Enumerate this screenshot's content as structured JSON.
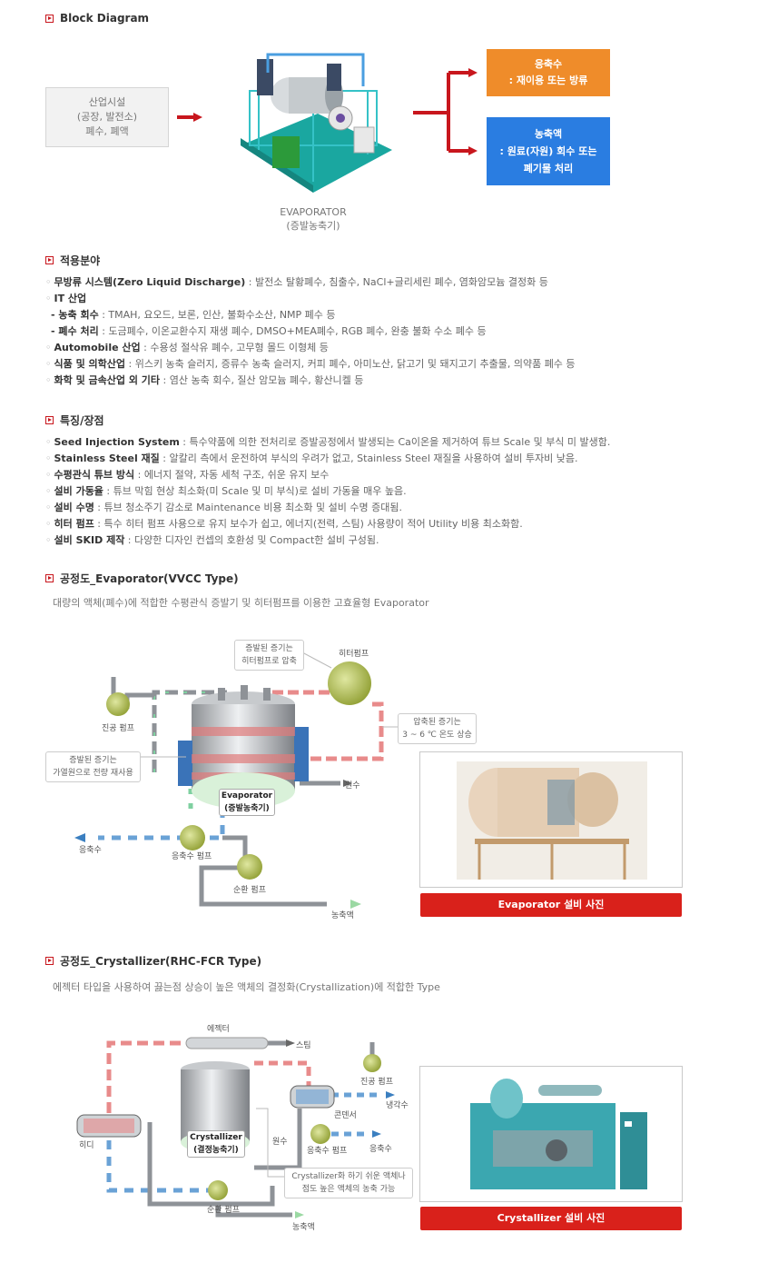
{
  "block": {
    "title": "Block Diagram",
    "source_lines": [
      "산업시설",
      "(공장, 발전소)",
      "폐수, 폐액"
    ],
    "evaporator_label": "EVAPORATOR",
    "evaporator_sub": "(증발농축기)",
    "out1_line1": "응축수",
    "out1_line2": ": 재이용 또는 방류",
    "out2_line1": "농축액",
    "out2_line2": ": 원료(자원) 회수 또는",
    "out2_line3": "폐기물 처리",
    "colors": {
      "out1": "#ef8c2a",
      "out2": "#2a7de1",
      "arrow": "#c8161d"
    }
  },
  "application": {
    "title": "적용분야",
    "items": [
      {
        "term": "무방류 시스템(Zero Liquid Discharge)",
        "desc": " : 발전소 탈황폐수, 침출수, NaCl+글리세린 폐수, 염화암모늄 결정화 등",
        "sub": false
      },
      {
        "term": "IT 산업",
        "desc": "",
        "sub": false
      },
      {
        "term": "- 농축 회수",
        "desc": " : TMAH, 요오드, 보론, 인산, 불화수소산, NMP 폐수 등",
        "sub": true
      },
      {
        "term": "- 폐수 처리",
        "desc": " : 도금폐수, 이온교환수지 재생 폐수, DMSO+MEA폐수, RGB 폐수, 완충 불화 수소 폐수 등",
        "sub": true
      },
      {
        "term": "Automobile 산업",
        "desc": " : 수용성 절삭유 폐수, 고무형 몰드 이형체 등",
        "sub": false
      },
      {
        "term": "식품 및 의학산업",
        "desc": " : 위스키 농축 슬러지, 증류수 농축 슬러지, 커피 폐수, 아미노산, 닭고기 및 돼지고기 추출물, 의약품 폐수 등",
        "sub": false
      },
      {
        "term": "화학 및 금속산업 외 기타",
        "desc": " : 염산 농축 회수, 질산 암모늄 폐수, 황산니켈 등",
        "sub": false
      }
    ]
  },
  "features": {
    "title": "특징/장점",
    "items": [
      {
        "term": "Seed Injection System",
        "desc": " : 특수약품에 의한 전처리로 증발공정에서 발생되는 Ca이온을 제거하여 튜브 Scale 및 부식 미 발생함."
      },
      {
        "term": "Stainless Steel 재질",
        "desc": " : 알칼리 측에서 운전하여 부식의 우려가 없고, Stainless Steel 재질을 사용하여 설비 투자비 낮음."
      },
      {
        "term": "수평관식 튜브 방식",
        "desc": " : 에너지 절약, 자동 세척 구조, 쉬운 유지 보수"
      },
      {
        "term": "설비 가동율",
        "desc": " : 튜브 막힘 현상 최소화(미 Scale 및 미 부식)로 설비 가동율 매우 높음."
      },
      {
        "term": "설비 수명",
        "desc": " : 튜브 청소주기 감소로 Maintenance 비용 최소화 및 설비 수명 증대됨."
      },
      {
        "term": "히터 펌프",
        "desc": " : 특수 히터 펌프 사용으로 유지 보수가 쉽고, 에너지(전력, 스팀) 사용량이 적어 Utility 비용 최소화함."
      },
      {
        "term": "설비 SKID 제작",
        "desc": " : 다양한 디자인 컨셉의 호환성 및 Compact한 설비 구성됨."
      }
    ]
  },
  "evap": {
    "title": "공정도_Evaporator(VVCC Type)",
    "desc": "대량의 액체(폐수)에 적합한 수평관식 증발기 및 히터펌프를 이용한 고효율형 Evaporator",
    "callout_top_1": "증발된 증기는",
    "callout_top_2": "히터펌프로 압축",
    "heat_pump": "히터펌프",
    "callout_right_1": "압축된 증기는",
    "callout_right_2": "3 ~ 6 ℃ 온도 상승",
    "vacuum_pump": "진공 펌프",
    "callout_left_1": "증발된 증기는",
    "callout_left_2": "가열원으로 전량 재사용",
    "vessel_1": "Evaporator",
    "vessel_2": "(증발농축기)",
    "raw_water": "원수",
    "condensate": "응축수",
    "condensate_pump": "응축수 펌프",
    "circulation_pump": "순환 펌프",
    "concentrate": "농축액",
    "photo_button": "Evaporator 설비 사진"
  },
  "cryst": {
    "title": "공정도_Crystallizer(RHC-FCR Type)",
    "desc": "에젝터 타입을 사용하여 끓는점 상승이 높은 액체의 결정화(Crystallization)에 적합한 Type",
    "ejector": "에젝터",
    "steam": "스팀",
    "vacuum_pump": "진공 펌프",
    "cooling_water": "냉각수",
    "condenser": "콘덴서",
    "heater": "히디",
    "vessel_1": "Crystallizer",
    "vessel_2": "(결정농축기)",
    "raw_water": "원수",
    "condensate_pump": "응축수 펌프",
    "condensate": "응축수",
    "callout_1": "Crystallizer화 하기 쉬운 액체나",
    "callout_2": "점도 높은 액체의 농축 가능",
    "circulation_pump": "순환 펌프",
    "concentrate": "농축액",
    "photo_button": "Crystallizer 설비 사진"
  }
}
